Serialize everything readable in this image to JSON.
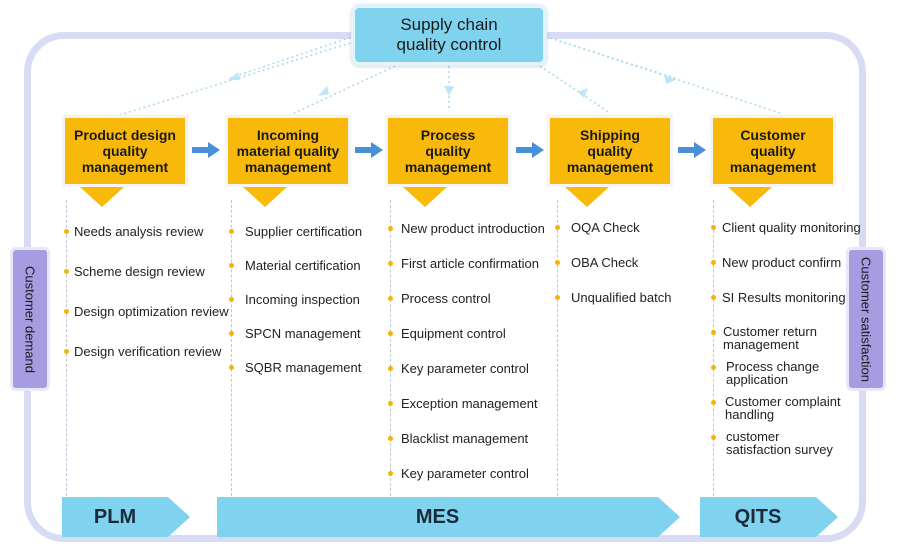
{
  "top": {
    "label_line1": "Supply chain",
    "label_line2": "quality control"
  },
  "stages": [
    {
      "line1": "Product design",
      "line2": "quality",
      "line3": "management"
    },
    {
      "line1": "Incoming",
      "line2": "material quality",
      "line3": "management"
    },
    {
      "line1": "Process",
      "line2": "quality",
      "line3": "management"
    },
    {
      "line1": "Shipping",
      "line2": "quality",
      "line3": "management"
    },
    {
      "line1": "Customer",
      "line2": "quality",
      "line3": "management"
    }
  ],
  "columns": [
    [
      "Needs analysis review",
      "Scheme design review",
      "Design optimization review",
      "Design verification review"
    ],
    [
      "Supplier certification",
      "Material certification",
      "Incoming inspection",
      "SPCN management",
      "SQBR management"
    ],
    [
      "New product introduction",
      "First article confirmation",
      "Process control",
      "Equipment control",
      "Key parameter control",
      "Exception management",
      "Blacklist management",
      "Key parameter control"
    ],
    [
      "OQA Check",
      "OBA Check",
      "Unqualified batch"
    ],
    [
      "Client quality monitoring",
      "New product confirm",
      "SI Results monitoring",
      "Customer return management",
      "Process change application",
      "Customer complaint handling",
      "customer satisfaction survey"
    ]
  ],
  "side": {
    "left": "Customer demand",
    "right": "Customer satisfaction"
  },
  "systems": {
    "plm": "PLM",
    "mes": "MES",
    "qits": "QITS"
  },
  "colors": {
    "stage": "#f9b90a",
    "top": "#7fd3ef",
    "system": "#7fd3ef",
    "side": "#a79ce1",
    "arrow": "#4a90d9",
    "frame": "#d7dcf4"
  }
}
